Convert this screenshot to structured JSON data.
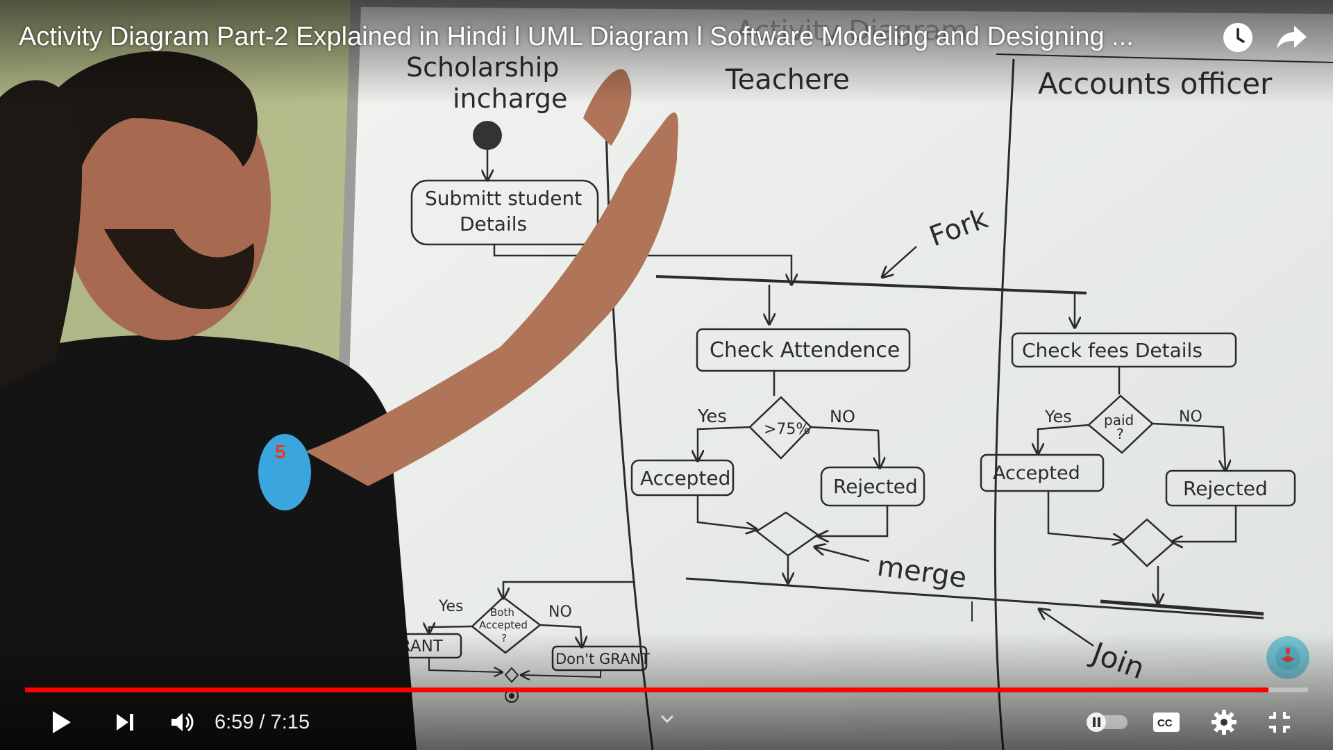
{
  "video": {
    "title": "Activity Diagram Part-2 Explained in Hindi l UML Diagram l Software Modeling and Designing ...",
    "current_time": "6:59",
    "separator": " / ",
    "duration": "7:15",
    "progress_fraction": 0.969
  },
  "board": {
    "heading": "Activity Diagram",
    "lanes": {
      "scholarship_line1": "Scholarship",
      "scholarship_line2": "incharge",
      "teacher": "Teachere",
      "accounts": "Accounts officer"
    },
    "nodes": {
      "submit_line1": "Submitt student",
      "submit_line2": "Details",
      "check_attendance": "Check Attendence",
      "check_fees": "Check fees Details",
      "attendance_decision": ">75%",
      "paid_decision_line1": "paid",
      "paid_decision_line2": "?",
      "accepted_teacher": "Accepted",
      "rejected_teacher": "Rejected",
      "accepted_accounts": "Accepted",
      "rejected_accounts": "Rejected",
      "both_line1": "Both",
      "both_line2": "Accepted",
      "both_line3": "?",
      "grant": "GRANT",
      "dont_grant": "Don't GRANT"
    },
    "labels": {
      "yes1": "Yes",
      "no1": "NO",
      "yes2": "Yes",
      "no2": "NO",
      "yes3": "Yes",
      "no3": "NO",
      "fork": "Fork",
      "merge": "merge",
      "join": "Join"
    },
    "badge_number": "5"
  },
  "colors": {
    "progress": "#ff0000",
    "board": "#e9ece8",
    "wall": "#c9cf9a",
    "badge": "#3aa6dd"
  },
  "icons": {
    "watch_later": "clock-icon",
    "share": "share-icon",
    "play": "play-icon",
    "next": "next-icon",
    "volume": "volume-icon",
    "chapters": "chevron-down-icon",
    "autoplay": "autoplay-toggle",
    "captions": "captions-icon",
    "settings": "gear-icon",
    "fullscreen": "exit-fullscreen-icon"
  }
}
